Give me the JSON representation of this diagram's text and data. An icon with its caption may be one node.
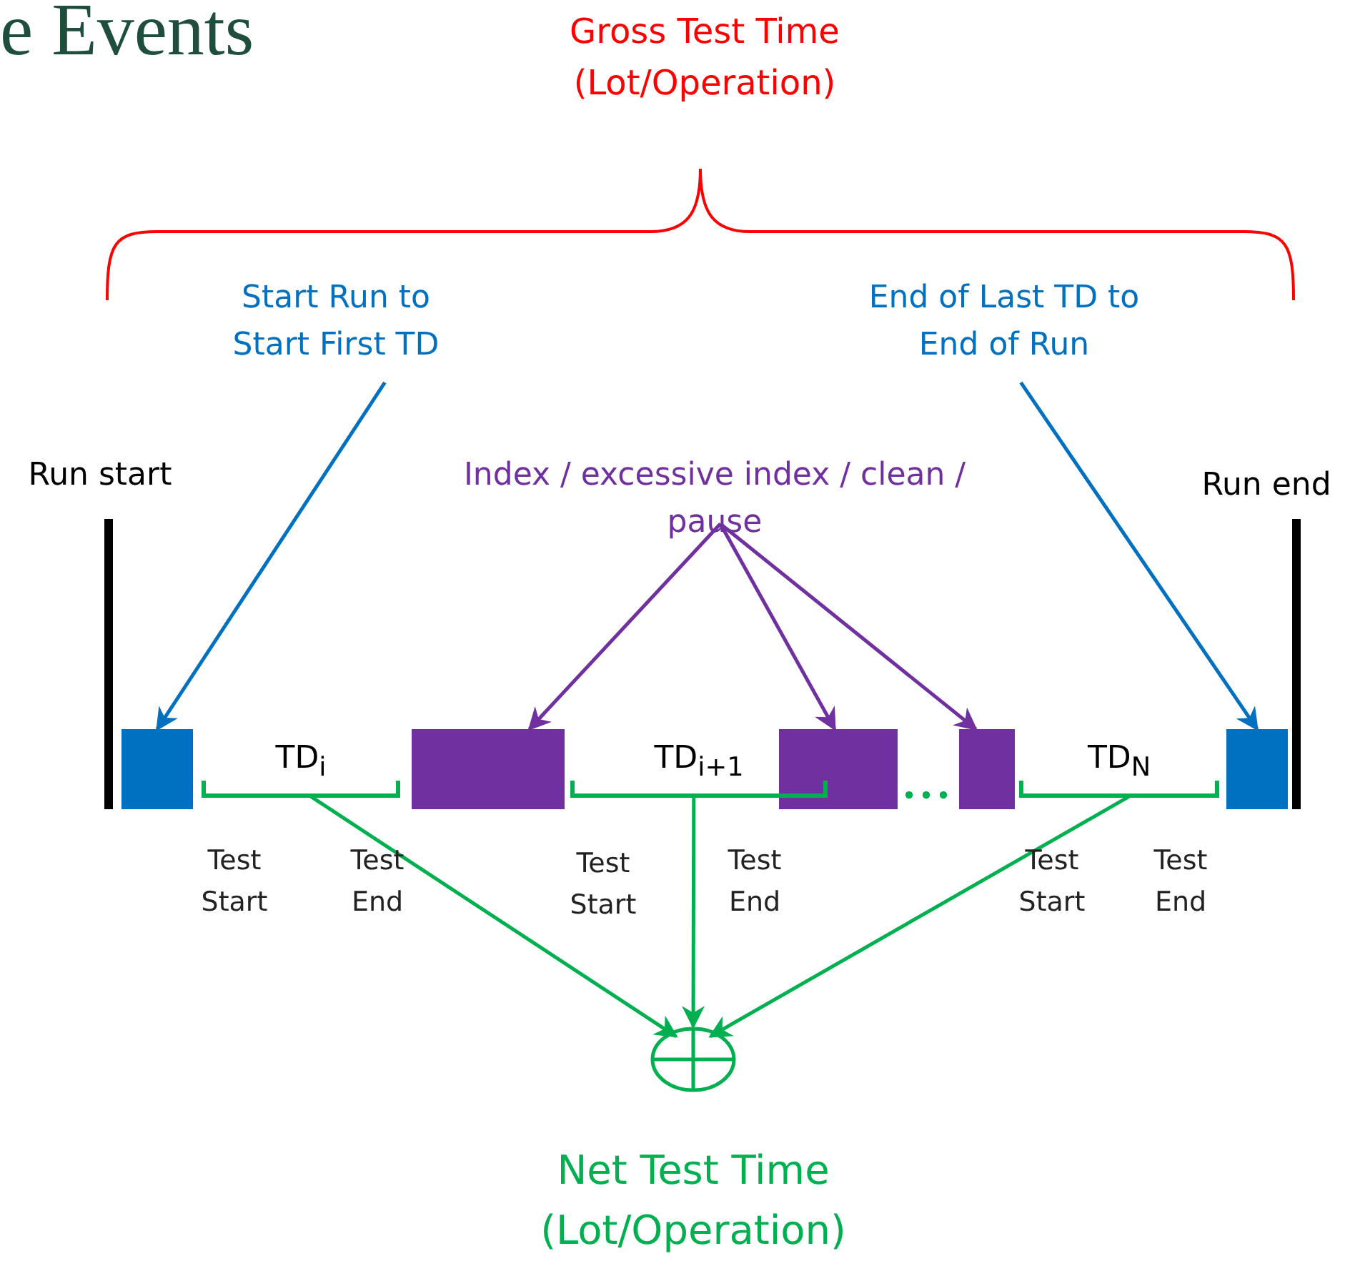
{
  "diagram": {
    "title": "e Events",
    "nodes": [
      {
        "text": [
          "Start Run to Start First TD"
        ]
      },
      {
        "text": [
          "End of Last TD to End of Run"
        ]
      },
      {
        "text": [
          "Index / excessive index / clean / pause"
        ]
      },
      {
        "text": [],
        "shape": "box"
      },
      {
        "text": [],
        "shape": "box"
      },
      {
        "text": [],
        "shape": "box"
      },
      {
        "text": [],
        "shape": "box"
      },
      {
        "text": [],
        "shape": "box"
      },
      {
        "text": [
          "TD$_{i}$"
        ]
      },
      {
        "text": [
          "TD$_{i+1}$"
        ]
      },
      {
        "text": [
          "TD$_{N}$"
        ]
      },
      {
        "text": [],
        "shape": "circle",
        "beside": [
          "Net Test Time (Lot/Operation)"
        ]
      }
    ],
    "edges": [
      {
        "from": 0,
        "to": 3,
        "arrow": "to",
        "color": "#0070c0"
      },
      {
        "from": 1,
        "to": 7,
        "arrow": "to",
        "color": "#0070c0"
      },
      {
        "from": 2,
        "to": 4,
        "arrow": "to",
        "color": "#7030a0"
      },
      {
        "from": 2,
        "to": 5,
        "arrow": "to",
        "color": "#7030a0"
      },
      {
        "from": 2,
        "to": 6,
        "arrow": "to",
        "color": "#7030a0"
      },
      {
        "from": 8,
        "to": 11,
        "arrow": "to",
        "color": "#00b050"
      },
      {
        "from": 9,
        "to": 11,
        "arrow": "to",
        "color": "#00b050"
      },
      {
        "from": 10,
        "to": 11,
        "arrow": "to",
        "color": "#00b050"
      }
    ],
    "labels": [
      "Gross Test Time (Lot/Operation)",
      "Run start",
      "Run end",
      "Test Start",
      "Test End",
      "Test Start",
      "Test End",
      "Test Start",
      "Test End"
    ]
  }
}
